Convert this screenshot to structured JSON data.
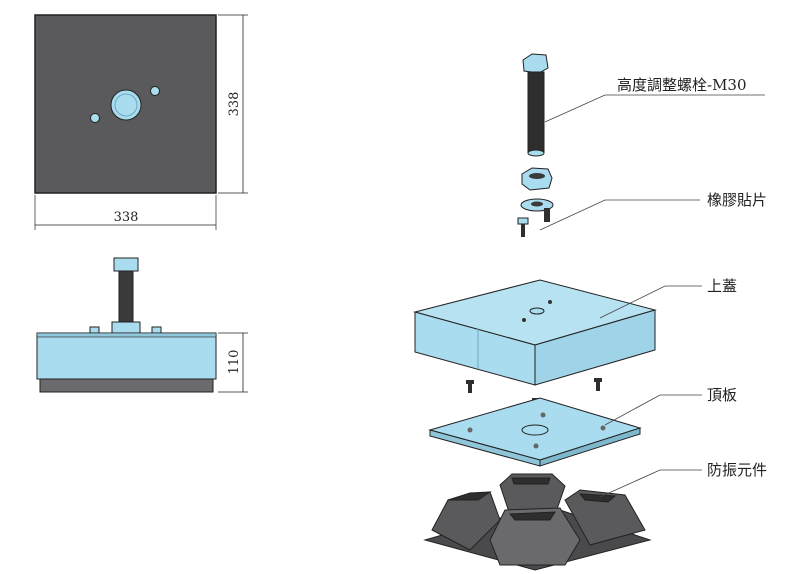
{
  "dimensions": {
    "top_width": "338",
    "top_height": "338",
    "side_height": "110"
  },
  "labels": {
    "bolt": "高度調整螺栓-M30",
    "rubber_pad": "橡膠貼片",
    "top_cover": "上蓋",
    "top_plate": "頂板",
    "isolator": "防振元件"
  },
  "colors": {
    "part_blue": "#a9dcee",
    "dark_gray": "#5a5a5c",
    "line": "#222222"
  }
}
